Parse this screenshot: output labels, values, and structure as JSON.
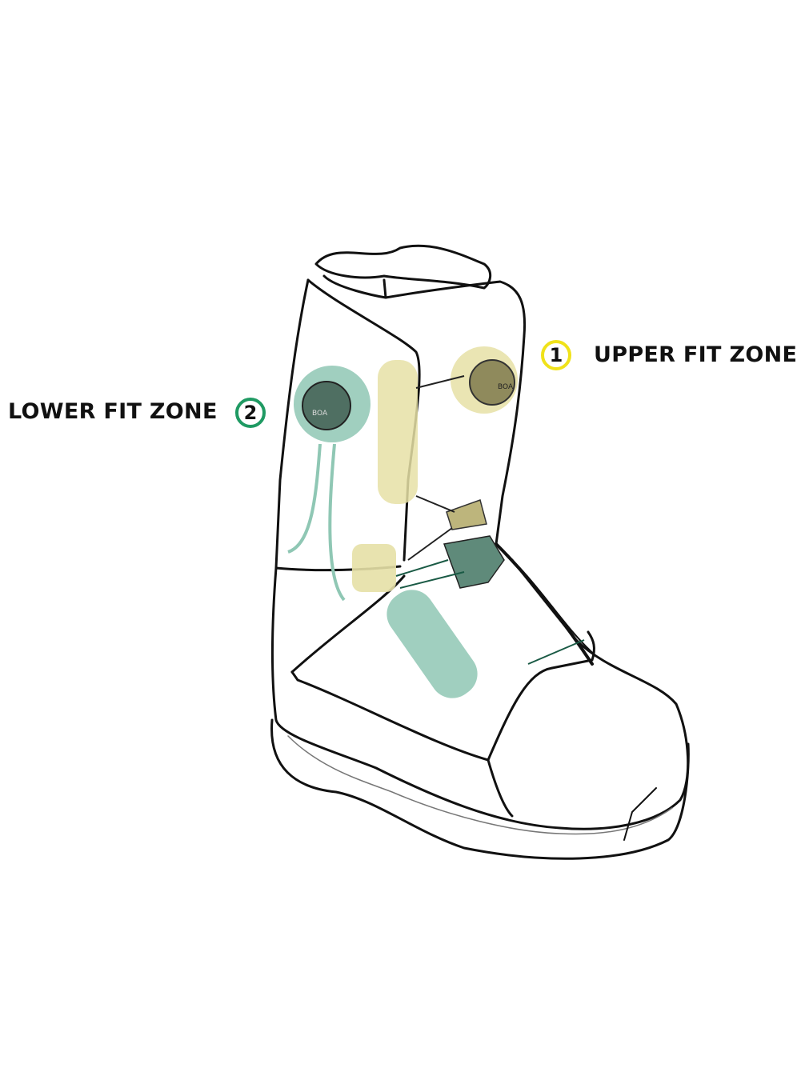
{
  "diagram": {
    "subject": "snowboard boot with dual BOA fit zones",
    "colors": {
      "upper_zone": "#f0e21a",
      "upper_zone_fill": "#e6e0a6",
      "lower_zone": "#1f9a63",
      "lower_zone_fill": "#8fc7b4",
      "outline": "#111111"
    },
    "callouts": [
      {
        "number": "1",
        "label": "UPPER FIT ZONE",
        "color": "#f0e21a"
      },
      {
        "number": "2",
        "label": "LOWER FIT ZONE",
        "color": "#1f9a63"
      }
    ],
    "dial_text": "BOA"
  }
}
